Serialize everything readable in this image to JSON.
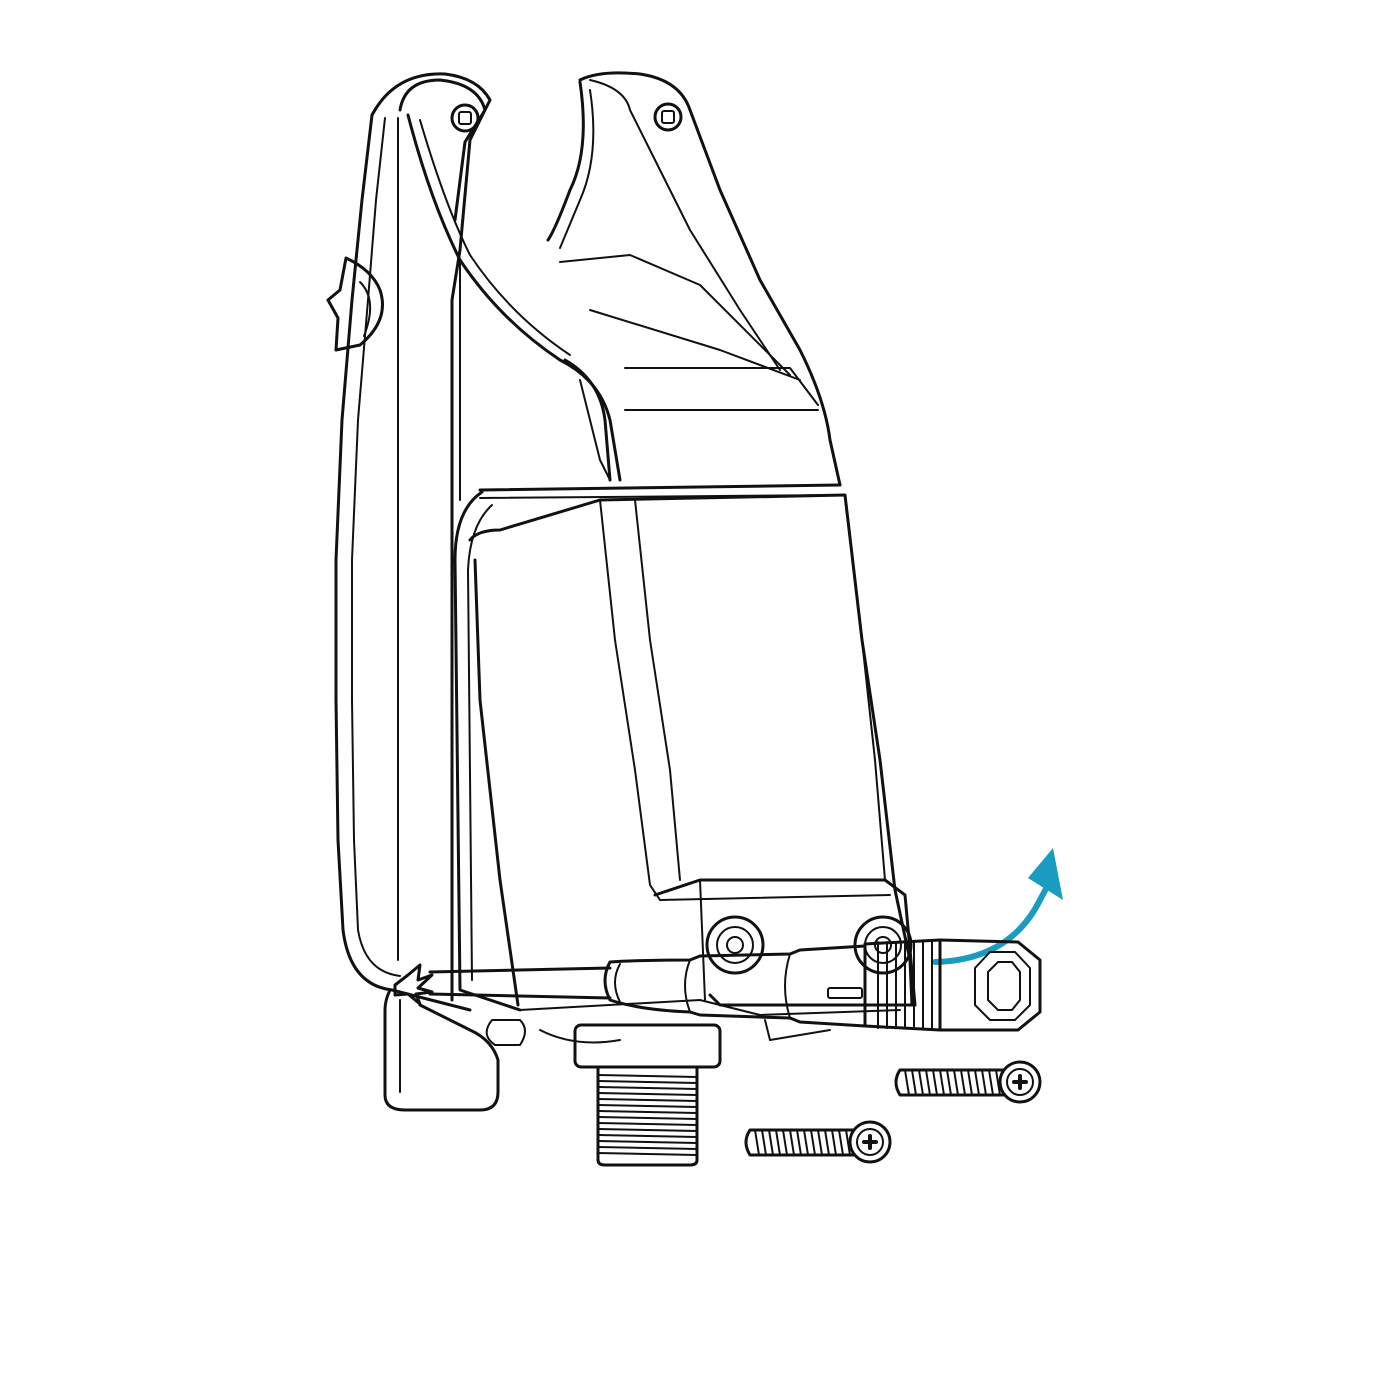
{
  "figure": {
    "type": "assembly-instruction-diagram",
    "colors": {
      "line": "#111111",
      "background": "#ffffff",
      "arrow": "#1a9cc0"
    },
    "parts": [
      {
        "name": "bite-alarm-body",
        "icon": "bite-alarm-line-drawing"
      },
      {
        "name": "battery-cover",
        "icon": "cover-panel-line-drawing"
      },
      {
        "name": "threaded-mount",
        "icon": "thread-stub-line-drawing"
      },
      {
        "name": "screw",
        "icon": "phillips-screw-icon",
        "count": 2
      },
      {
        "name": "screwdriver",
        "icon": "phillips-screwdriver-icon"
      },
      {
        "name": "remove-arrow",
        "icon": "curved-arrow-icon"
      }
    ]
  }
}
